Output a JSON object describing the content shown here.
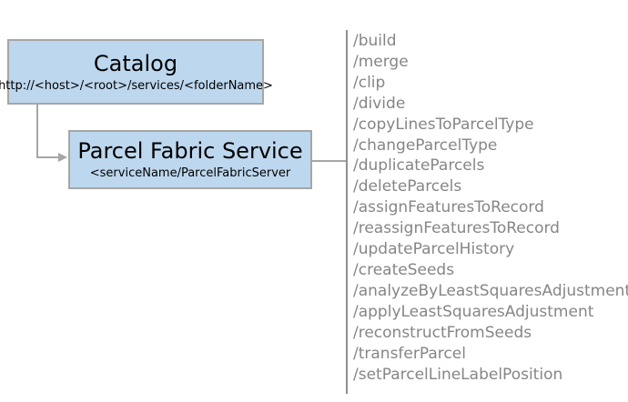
{
  "colors": {
    "box_fill": "#bdd7ee",
    "box_border": "#a6a6a6",
    "connector": "#a6a6a6",
    "rule": "#8f8f8f",
    "endpoint_text": "#868686",
    "box_text": "#000000"
  },
  "catalog_node": {
    "title": "Catalog",
    "subtitle": "http://<host>/<root>/services/<folderName>"
  },
  "service_node": {
    "title": "Parcel Fabric Service",
    "subtitle": "<serviceName/ParcelFabricServer"
  },
  "endpoints": {
    "items": [
      "/build",
      "/merge",
      "/clip",
      "/divide",
      "/copyLinesToParcelType",
      "/changeParcelType",
      "/duplicateParcels",
      "/deleteParcels",
      "/assignFeaturesToRecord",
      "/reassignFeaturesToRecord",
      "/updateParcelHistory",
      "/createSeeds",
      "/analyzeByLeastSquaresAdjustment",
      "/applyLeastSquaresAdjustment",
      "/reconstructFromSeeds",
      "/transferParcel",
      "/setParcelLineLabelPosition"
    ]
  }
}
